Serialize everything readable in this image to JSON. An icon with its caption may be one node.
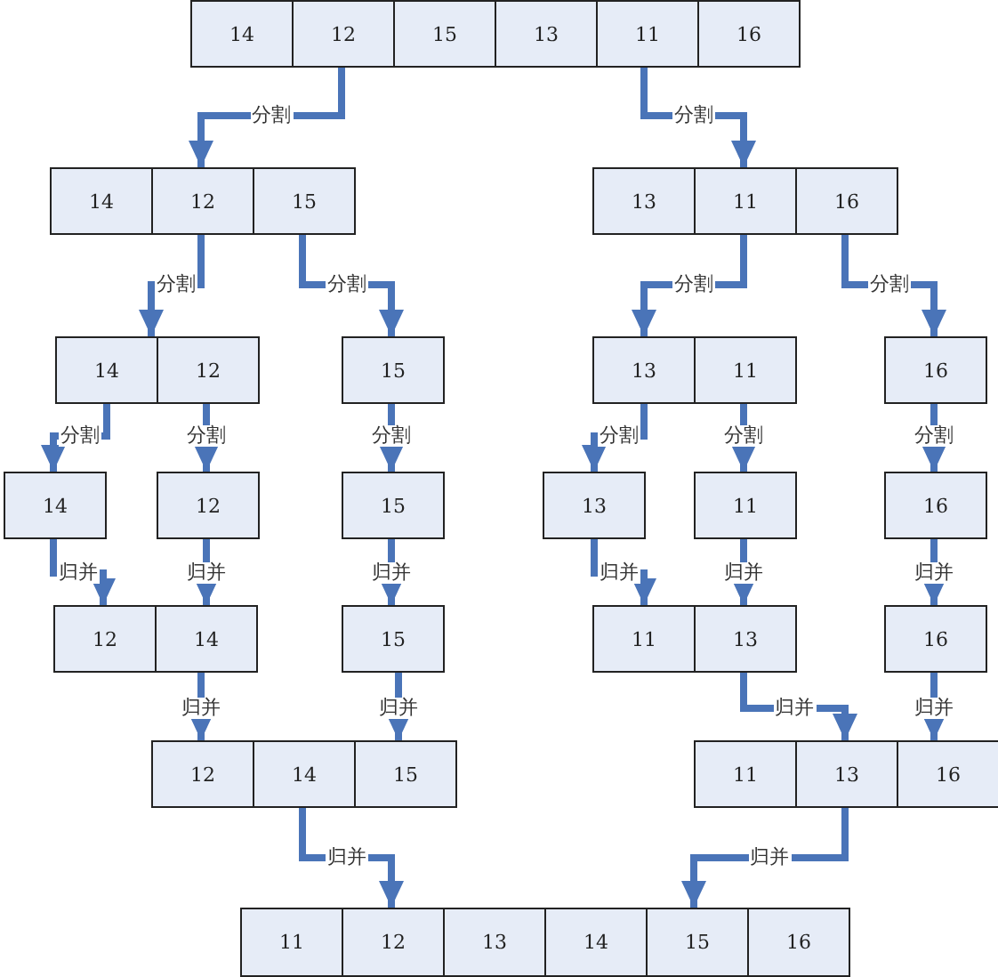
{
  "diagram": {
    "nodes": [
      {
        "text": [
          "14"
        ]
      },
      {
        "text": [
          "12"
        ]
      },
      {
        "text": [
          "15"
        ]
      },
      {
        "text": [
          "13"
        ]
      },
      {
        "text": [
          "11"
        ]
      },
      {
        "text": [
          "16"
        ]
      },
      {
        "text": [
          "14"
        ]
      },
      {
        "text": [
          "12"
        ]
      },
      {
        "text": [
          "15"
        ]
      },
      {
        "text": [
          "13"
        ]
      },
      {
        "text": [
          "11"
        ]
      },
      {
        "text": [
          "16"
        ]
      },
      {
        "text": [
          "14"
        ]
      },
      {
        "text": [
          "12"
        ]
      },
      {
        "text": [
          "15"
        ]
      },
      {
        "text": [
          "13"
        ]
      },
      {
        "text": [
          "11"
        ]
      },
      {
        "text": [
          "16"
        ]
      },
      {
        "text": [
          "14"
        ]
      },
      {
        "text": [
          "12"
        ]
      },
      {
        "text": [
          "15"
        ]
      },
      {
        "text": [
          "13"
        ]
      },
      {
        "text": [
          "11"
        ]
      },
      {
        "text": [
          "16"
        ]
      },
      {
        "text": [
          "12"
        ]
      },
      {
        "text": [
          "14"
        ]
      },
      {
        "text": [
          "15"
        ]
      },
      {
        "text": [
          "11"
        ]
      },
      {
        "text": [
          "13"
        ]
      },
      {
        "text": [
          "16"
        ]
      },
      {
        "text": [
          "12"
        ]
      },
      {
        "text": [
          "14"
        ]
      },
      {
        "text": [
          "15"
        ]
      },
      {
        "text": [
          "11"
        ]
      },
      {
        "text": [
          "13"
        ]
      },
      {
        "text": [
          "16"
        ]
      },
      {
        "text": [
          "11"
        ]
      },
      {
        "text": [
          "12"
        ]
      },
      {
        "text": [
          "13"
        ]
      },
      {
        "text": [
          "14"
        ]
      },
      {
        "text": [
          "15"
        ]
      },
      {
        "text": [
          "16"
        ]
      }
    ],
    "edges": [
      {
        "from": 1,
        "to": 7,
        "arrow": "to",
        "label": "分割"
      },
      {
        "from": 4,
        "to": 10,
        "arrow": "to",
        "label": "分割"
      },
      {
        "from": 7,
        "to": 12,
        "arrow": "to",
        "label": "分割"
      },
      {
        "from": 8,
        "to": 14,
        "arrow": "to",
        "label": "分割"
      },
      {
        "from": 10,
        "to": 15,
        "arrow": "to",
        "label": "分割"
      },
      {
        "from": 11,
        "to": 17,
        "arrow": "to",
        "label": "分割"
      },
      {
        "from": 12,
        "to": 18,
        "arrow": "to",
        "label": "分割"
      },
      {
        "from": 13,
        "to": 19,
        "arrow": "to",
        "label": "分割"
      },
      {
        "from": 14,
        "to": 20,
        "arrow": "to",
        "label": "分割"
      },
      {
        "from": 15,
        "to": 21,
        "arrow": "to",
        "label": "分割"
      },
      {
        "from": 16,
        "to": 22,
        "arrow": "to",
        "label": "分割"
      },
      {
        "from": 17,
        "to": 23,
        "arrow": "to",
        "label": "分割"
      },
      {
        "from": 18,
        "to": 24,
        "arrow": "to",
        "label": "归并"
      },
      {
        "from": 19,
        "to": 25,
        "arrow": "to",
        "label": "归并"
      },
      {
        "from": 20,
        "to": 26,
        "arrow": "to",
        "label": "归并"
      },
      {
        "from": 21,
        "to": 27,
        "arrow": "to",
        "label": "归并"
      },
      {
        "from": 22,
        "to": 28,
        "arrow": "to",
        "label": "归并"
      },
      {
        "from": 23,
        "to": 29,
        "arrow": "to",
        "label": "归并"
      },
      {
        "from": 25,
        "to": 30,
        "arrow": "to",
        "label": "归并"
      },
      {
        "from": 26,
        "to": 32,
        "arrow": "to",
        "label": "归并"
      },
      {
        "from": 28,
        "to": 34,
        "arrow": "to",
        "label": "归并"
      },
      {
        "from": 29,
        "to": 35,
        "arrow": "to",
        "label": "归并"
      },
      {
        "from": 31,
        "to": 37,
        "arrow": "to",
        "label": "归并"
      },
      {
        "from": 34,
        "to": 40,
        "arrow": "to",
        "label": "归并"
      }
    ]
  }
}
